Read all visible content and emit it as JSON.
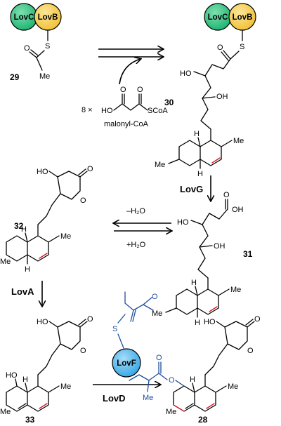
{
  "proteins": {
    "lovc": "LovC",
    "lovb": "LovB",
    "lovf": "LovF",
    "lovc_color": "#22b573",
    "lovb_color": "#f2c23a",
    "lovf_color": "#3aa9e6"
  },
  "enzymes": {
    "lovg": "LovG",
    "lova": "LovA",
    "lovd": "LovD"
  },
  "compounds": {
    "c29": "29",
    "c30": "30",
    "c31": "31",
    "c32": "32",
    "c33": "33",
    "c28": "28"
  },
  "reagents": {
    "malonyl_multiplier": "8 ×",
    "malonyl_name": "malonyl-CoA",
    "minus_water": "–H₂O",
    "plus_water": "+H₂O"
  },
  "atoms": {
    "S": "S",
    "O": "O",
    "Me": "Me",
    "H": "H",
    "HO": "HO",
    "OH": "OH",
    "SCoA": "SCoA"
  },
  "colors": {
    "ring_double_bond": "#d21f2a",
    "side_chain": "#1f4e9c"
  }
}
